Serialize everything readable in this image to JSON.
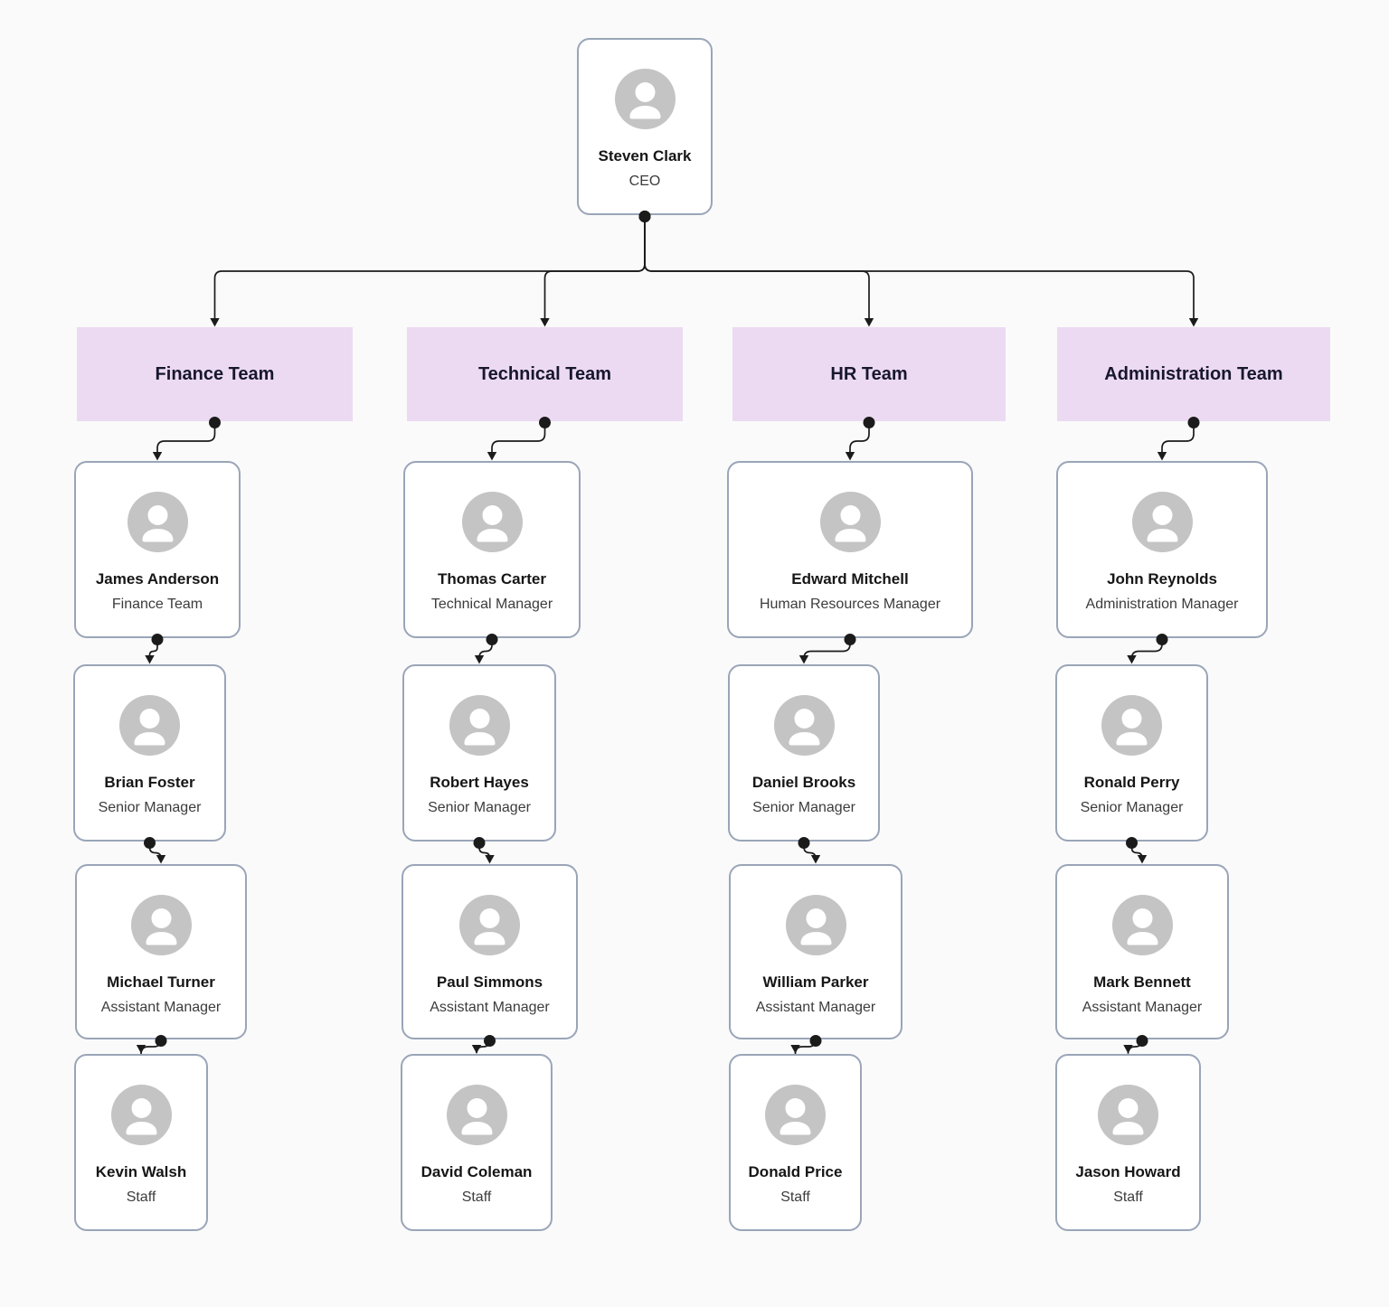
{
  "root": {
    "name": "Steven Clark",
    "title": "CEO"
  },
  "teams": [
    {
      "label": "Finance Team",
      "members": [
        {
          "name": "James Anderson",
          "title": "Finance Team"
        },
        {
          "name": "Brian Foster",
          "title": "Senior Manager"
        },
        {
          "name": "Michael Turner",
          "title": "Assistant Manager"
        },
        {
          "name": "Kevin Walsh",
          "title": "Staff"
        }
      ]
    },
    {
      "label": "Technical Team",
      "members": [
        {
          "name": "Thomas Carter",
          "title": "Technical Manager"
        },
        {
          "name": "Robert Hayes",
          "title": "Senior Manager"
        },
        {
          "name": "Paul Simmons",
          "title": "Assistant Manager"
        },
        {
          "name": "David Coleman",
          "title": "Staff"
        }
      ]
    },
    {
      "label": "HR Team",
      "members": [
        {
          "name": "Edward Mitchell",
          "title": "Human Resources Manager"
        },
        {
          "name": "Daniel Brooks",
          "title": "Senior Manager"
        },
        {
          "name": "William Parker",
          "title": "Assistant Manager"
        },
        {
          "name": "Donald Price",
          "title": "Staff"
        }
      ]
    },
    {
      "label": "Administration Team",
      "members": [
        {
          "name": "John Reynolds",
          "title": "Administration Manager"
        },
        {
          "name": "Ronald Perry",
          "title": "Senior Manager"
        },
        {
          "name": "Mark Bennett",
          "title": "Assistant Manager"
        },
        {
          "name": "Jason Howard",
          "title": "Staff"
        }
      ]
    }
  ],
  "colors": {
    "background": "#fafafa",
    "header_bg": "#ecdaf2",
    "card_border": "#9aa5b8",
    "avatar": "#c4c4c4",
    "connector": "#1b1b1b",
    "name_text": "#161616",
    "title_text": "#3c3c3c",
    "header_text": "#17172e"
  }
}
